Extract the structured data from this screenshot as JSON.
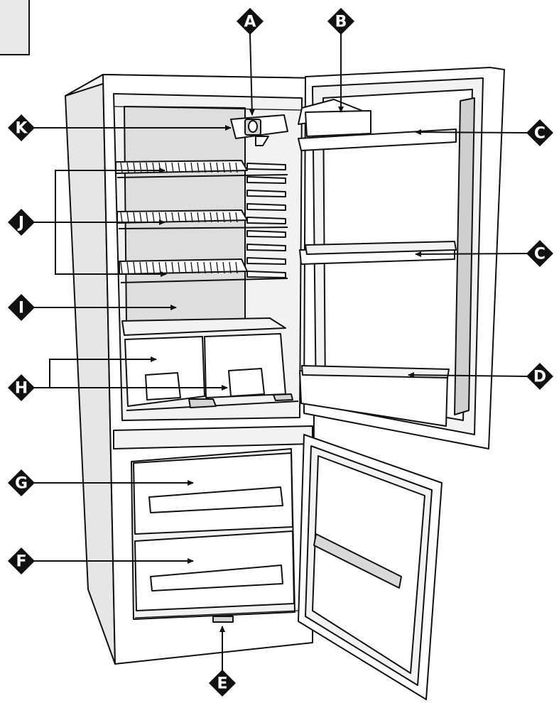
{
  "labels": [
    {
      "id": "A",
      "letter": "A"
    },
    {
      "id": "B",
      "letter": "B"
    },
    {
      "id": "C1",
      "letter": "C"
    },
    {
      "id": "C2",
      "letter": "C"
    },
    {
      "id": "D",
      "letter": "D"
    },
    {
      "id": "E",
      "letter": "E"
    },
    {
      "id": "F",
      "letter": "F"
    },
    {
      "id": "G",
      "letter": "G"
    },
    {
      "id": "H",
      "letter": "H"
    },
    {
      "id": "I",
      "letter": "I"
    },
    {
      "id": "J",
      "letter": "J"
    },
    {
      "id": "K",
      "letter": "K"
    }
  ]
}
